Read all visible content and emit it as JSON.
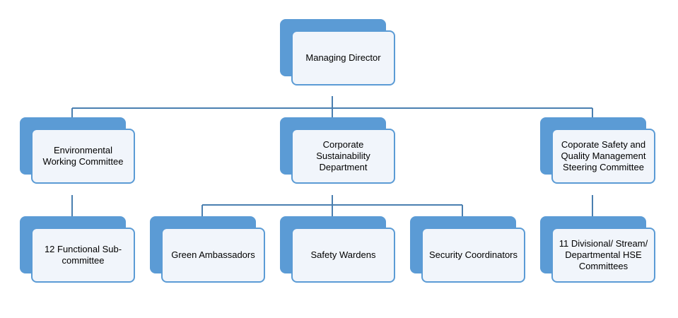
{
  "org_chart": {
    "root": "Managing Director",
    "level1": {
      "environmental": "Environmental Working Committee",
      "sustainability": "Corporate Sustainability Department",
      "safety_quality": "Coporate Safety and Quality Management Steering Committee"
    },
    "level2": {
      "functional_sub": "12 Functional Sub-committee",
      "green_ambassadors": "Green Ambassadors",
      "safety_wardens": "Safety Wardens",
      "security_coordinators": "Security Coordinators",
      "divisional_hse": "11 Divisional/ Stream/ Departmental HSE Committees"
    }
  },
  "colors": {
    "accent": "#5b9bd5",
    "box_fill": "#f1f5fb",
    "connector": "#4a7fb0"
  }
}
